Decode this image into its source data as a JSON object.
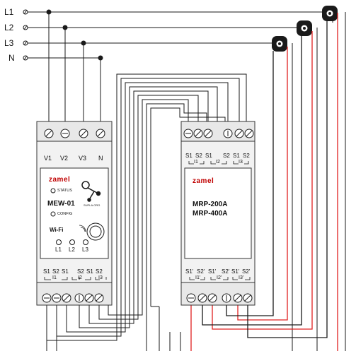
{
  "lines": {
    "l1": "L1",
    "l2": "L2",
    "l3": "L3",
    "n": "N"
  },
  "mew": {
    "brand": "zamel",
    "model": "MEW-01",
    "status_label": "STATUS",
    "config_label": "CONFIG",
    "wifi_label": "Wi-Fi",
    "supla_label": "SUPLA.ORG",
    "top_terminals": [
      "V1",
      "V2",
      "V3",
      "N"
    ],
    "led_labels": [
      "L1",
      "L2",
      "L3"
    ],
    "bottom_terminals": [
      "S1",
      "S2",
      "S1",
      "S2",
      "S1",
      "S2"
    ],
    "current_groups": [
      "I1",
      "I2",
      "I3"
    ]
  },
  "mrp": {
    "brand": "zamel",
    "model_line1": "MRP-200A",
    "model_line2": "MRP-400A",
    "top_terminals": [
      "S1",
      "S2",
      "S1",
      "S2",
      "S1",
      "S2"
    ],
    "top_groups": [
      "I1",
      "I2",
      "I3"
    ],
    "bottom_terminals": [
      "S1'",
      "S2'",
      "S1'",
      "S2'",
      "S1'",
      "S2'"
    ],
    "bottom_groups": [
      "I1'",
      "I2'",
      "I3'"
    ]
  },
  "colors": {
    "wire": "#1a1a1a",
    "ct_wire": "#e02020",
    "body": "#f2f2f2",
    "panel": "#ffffff",
    "brand": "#c00000"
  }
}
